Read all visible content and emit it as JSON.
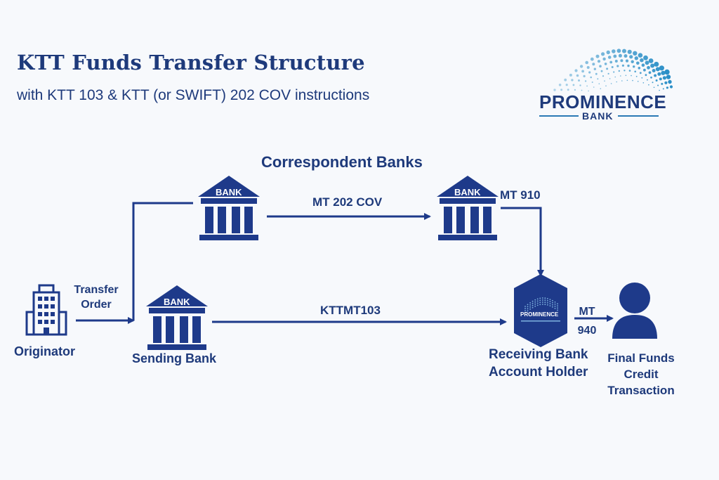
{
  "header": {
    "title": "KTT Funds Transfer Structure",
    "subtitle": "with KTT 103 & KTT (or SWIFT) 202 COV instructions"
  },
  "logo": {
    "word": "PROMINENCE",
    "sub": "BANK"
  },
  "diagram": {
    "correspondent_title": "Correspondent Banks",
    "bank_label": "BANK",
    "originator": "Originator",
    "transfer_order": [
      "Transfer",
      "Order"
    ],
    "sending_bank": "Sending Bank",
    "mt202cov": "MT 202 COV",
    "mt910": "MT 910",
    "kttmt103": "KTTMT103",
    "mt940": [
      "MT",
      "940"
    ],
    "receiving_badge": "PROMINENCE",
    "receiving_bank": [
      "Receiving Bank",
      "Account Holder"
    ],
    "final_funds": [
      "Final Funds",
      "Credit",
      "Transaction"
    ]
  },
  "colors": {
    "primary": "#1e3a8a",
    "logo_blue": "#2b7ab5"
  }
}
